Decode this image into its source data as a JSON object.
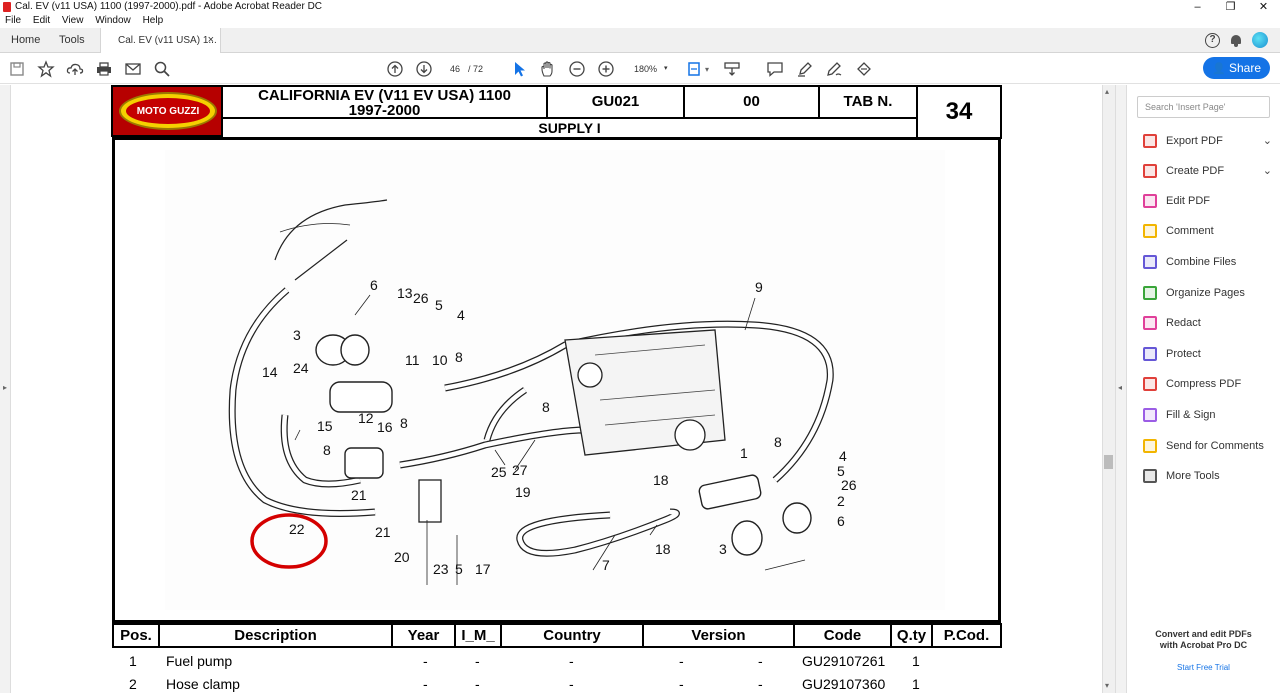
{
  "window": {
    "title": "Cal. EV (v11 USA) 1100 (1997-2000).pdf - Adobe Acrobat Reader DC",
    "minimize": "–",
    "maximize": "❐",
    "close": "✕"
  },
  "menu": [
    "File",
    "Edit",
    "View",
    "Window",
    "Help"
  ],
  "tabs": {
    "home": "Home",
    "tools": "Tools",
    "doc": "Cal. EV (v11 USA) 1...",
    "close": "×"
  },
  "toolbar": {
    "page_current": "46",
    "page_total": "/ 72",
    "zoom": "180%",
    "share_label": "Share"
  },
  "document": {
    "logo_text": "MOTO GUZZI",
    "model_title": "CALIFORNIA EV (V11 EV USA) 1100",
    "model_years": "1997-2000",
    "group": "GU021",
    "revision": "00",
    "tab_label": "TAB N.",
    "tab_number": "34",
    "section": "SUPPLY I",
    "callouts": [
      "9",
      "6",
      "13",
      "26",
      "5",
      "4",
      "3",
      "11",
      "10",
      "8",
      "14",
      "24",
      "12",
      "15",
      "16",
      "8",
      "8",
      "8",
      "25",
      "27",
      "19",
      "1",
      "8",
      "4",
      "5",
      "26",
      "2",
      "6",
      "21",
      "21",
      "22",
      "20",
      "23",
      "5",
      "17",
      "18",
      "18",
      "3",
      "7"
    ],
    "columns": [
      "Pos.",
      "Description",
      "Year",
      "I_M_",
      "Country",
      "Version",
      "Code",
      "Q.ty",
      "P.Cod."
    ],
    "rows": [
      {
        "pos": "1",
        "desc": "Fuel pump",
        "year": "-",
        "im": "-",
        "country": "-",
        "version": "-",
        "dash": "-",
        "code": "GU29107261",
        "qty": "1"
      },
      {
        "pos": "2",
        "desc": "Hose clamp",
        "year": "-",
        "im": "-",
        "country": "-",
        "version": "-",
        "dash": "-",
        "code": "GU29107360",
        "qty": "1"
      }
    ]
  },
  "right_panel": {
    "search_placeholder": "Search 'Insert Page'",
    "tools": [
      {
        "label": "Export PDF",
        "color": "#e0403a",
        "chevron": "⌄"
      },
      {
        "label": "Create PDF",
        "color": "#e0403a",
        "chevron": "⌄"
      },
      {
        "label": "Edit PDF",
        "color": "#e0409a"
      },
      {
        "label": "Comment",
        "color": "#f2b500"
      },
      {
        "label": "Combine Files",
        "color": "#6557d6"
      },
      {
        "label": "Organize Pages",
        "color": "#3aa53a"
      },
      {
        "label": "Redact",
        "color": "#e0409a"
      },
      {
        "label": "Protect",
        "color": "#6557d6"
      },
      {
        "label": "Compress PDF",
        "color": "#e0403a"
      },
      {
        "label": "Fill & Sign",
        "color": "#9b5de5"
      },
      {
        "label": "Send for Comments",
        "color": "#f2b500"
      },
      {
        "label": "More Tools",
        "color": "#555555"
      }
    ],
    "promo_line1": "Convert and edit PDFs",
    "promo_line2": "with Acrobat Pro DC",
    "trial_link": "Start Free Trial"
  }
}
